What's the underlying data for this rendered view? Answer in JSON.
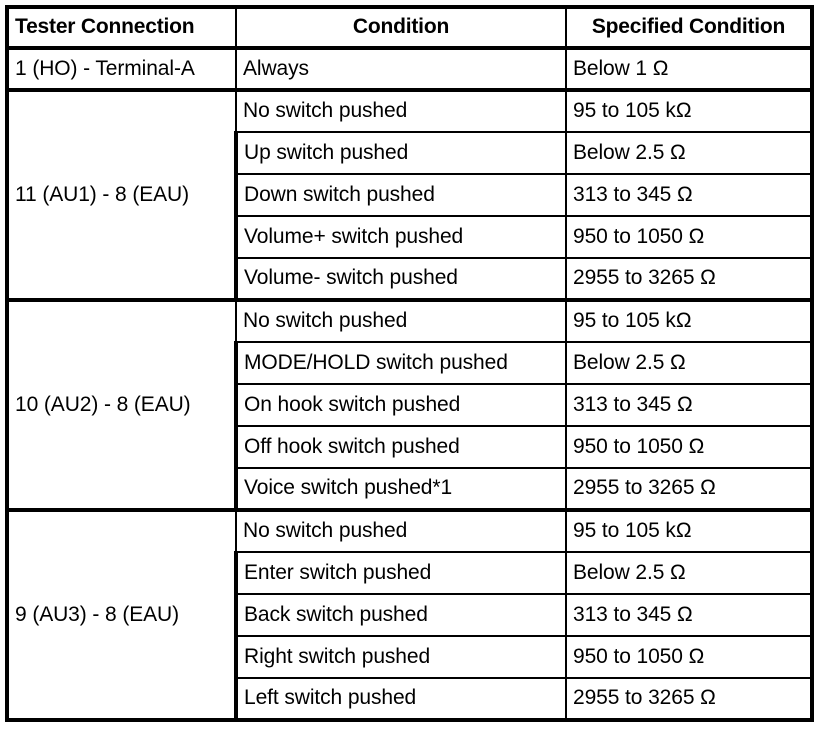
{
  "table": {
    "headers": {
      "connection": "Tester Connection",
      "condition": "Condition",
      "specified": "Specified Condition"
    },
    "groups": [
      {
        "connection": "1 (HO) - Terminal-A",
        "rows": [
          {
            "condition": "Always",
            "specified": "Below 1 Ω"
          }
        ]
      },
      {
        "connection": "11 (AU1) - 8 (EAU)",
        "rows": [
          {
            "condition": "No switch pushed",
            "specified": "95 to 105 kΩ"
          },
          {
            "condition": "Up switch pushed",
            "specified": "Below 2.5 Ω"
          },
          {
            "condition": "Down switch pushed",
            "specified": "313 to 345 Ω"
          },
          {
            "condition": "Volume+ switch pushed",
            "specified": "950 to 1050 Ω"
          },
          {
            "condition": "Volume- switch pushed",
            "specified": "2955 to 3265 Ω"
          }
        ]
      },
      {
        "connection": "10 (AU2) - 8 (EAU)",
        "rows": [
          {
            "condition": "No switch pushed",
            "specified": "95 to 105 kΩ"
          },
          {
            "condition": "MODE/HOLD switch pushed",
            "specified": "Below 2.5 Ω"
          },
          {
            "condition": "On hook switch pushed",
            "specified": "313 to 345 Ω"
          },
          {
            "condition": "Off hook switch pushed",
            "specified": "950 to 1050 Ω"
          },
          {
            "condition": "Voice switch pushed*1",
            "specified": "2955 to 3265 Ω"
          }
        ]
      },
      {
        "connection": "9 (AU3) - 8 (EAU)",
        "rows": [
          {
            "condition": "No switch pushed",
            "specified": "95 to 105 kΩ"
          },
          {
            "condition": "Enter switch pushed",
            "specified": "Below 2.5 Ω"
          },
          {
            "condition": "Back switch pushed",
            "specified": "313 to 345 Ω"
          },
          {
            "condition": "Right switch pushed",
            "specified": "950 to 1050 Ω"
          },
          {
            "condition": "Left switch pushed",
            "specified": "2955 to 3265 Ω"
          }
        ]
      }
    ]
  },
  "style": {
    "border_color": "#000000",
    "background": "#ffffff",
    "text_color": "#000000"
  }
}
